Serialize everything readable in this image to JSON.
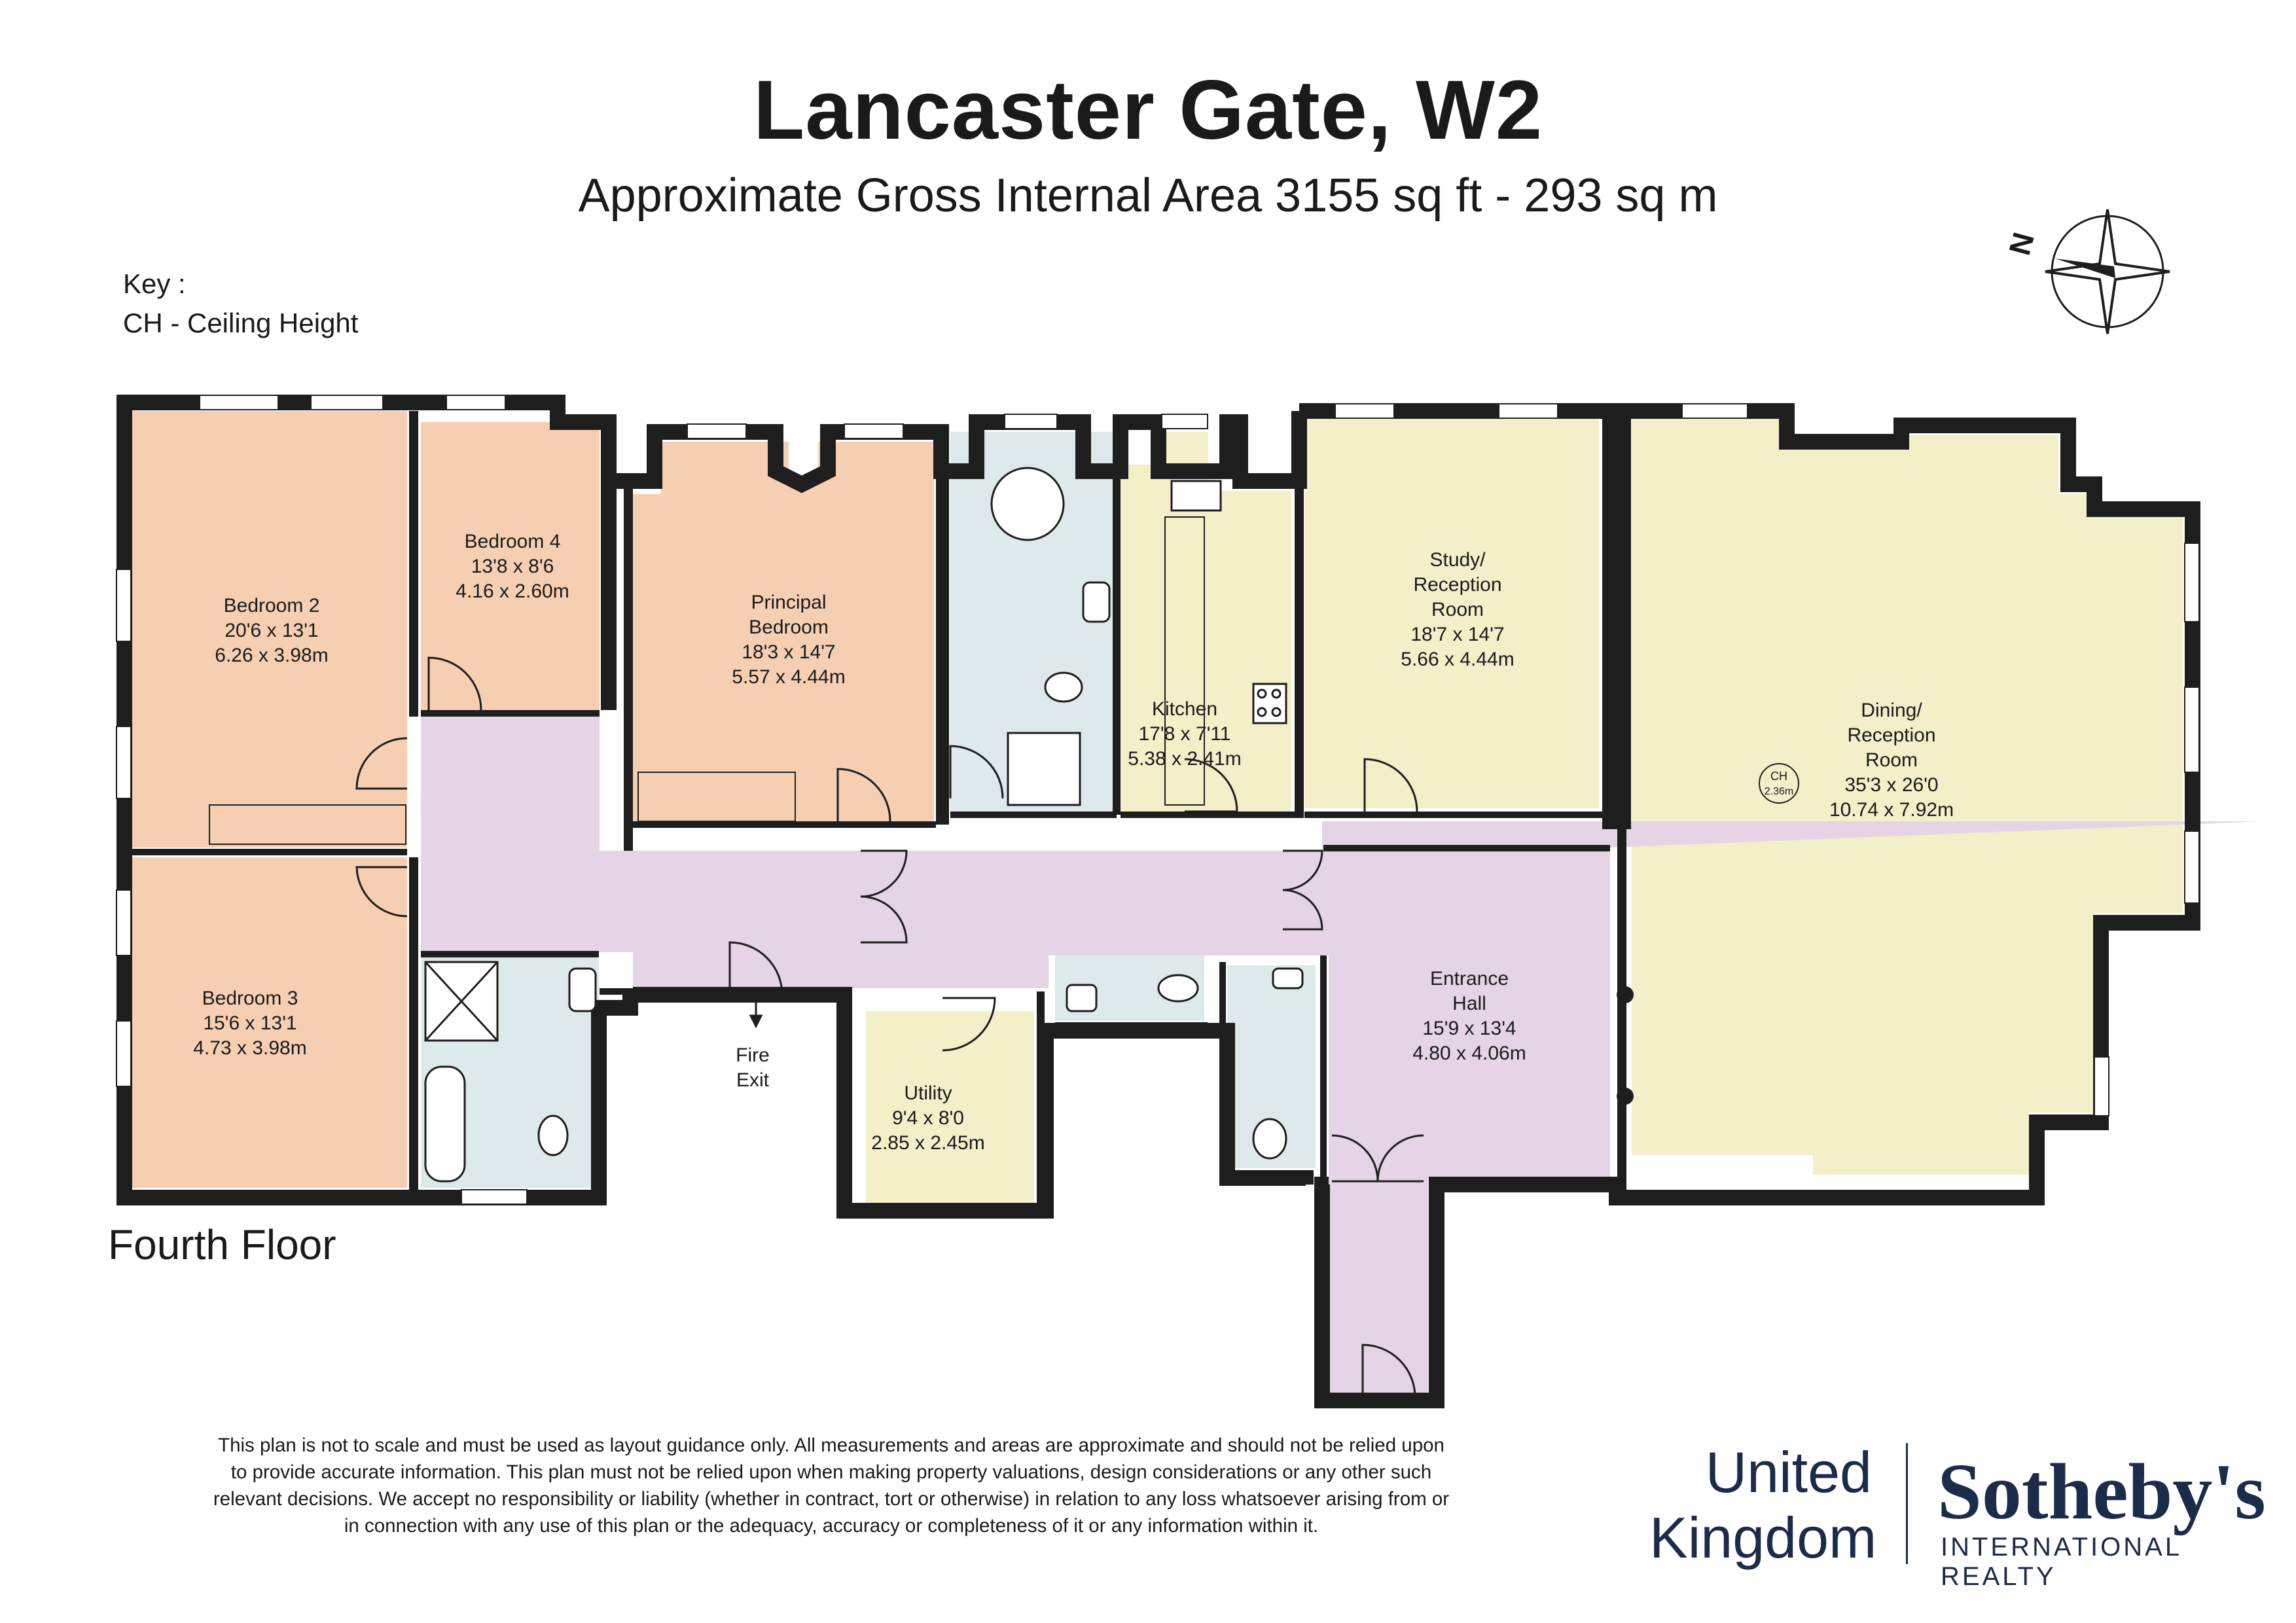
{
  "header": {
    "title": "Lancaster Gate, W2",
    "subtitle": "Approximate Gross Internal Area 3155 sq ft - 293 sq m"
  },
  "key": {
    "title": "Key :",
    "item": "CH - Ceiling Height"
  },
  "compass": {
    "label": "N"
  },
  "floor": {
    "label": "Fourth Floor"
  },
  "colors": {
    "wall": "#1e1e1e",
    "bedroom": "#f6cfb3",
    "reception": "#f3efc9",
    "circulation": "#e5d4e6",
    "wet_room": "#dde9ea"
  },
  "rooms": [
    {
      "id": "bedroom-2",
      "name": "Bedroom 2",
      "imperial": "20'6 x 13'1",
      "metric": "6.26 x 3.98m"
    },
    {
      "id": "bedroom-4",
      "name": "Bedroom 4",
      "imperial": "13'8 x 8'6",
      "metric": "4.16 x 2.60m"
    },
    {
      "id": "principal-bedroom",
      "name_line1": "Principal",
      "name_line2": "Bedroom",
      "imperial": "18'3 x 14'7",
      "metric": "5.57 x 4.44m"
    },
    {
      "id": "kitchen",
      "name": "Kitchen",
      "imperial": "17'8 x 7'11",
      "metric": "5.38 x 2.41m"
    },
    {
      "id": "study",
      "name_line1": "Study/",
      "name_line2": "Reception",
      "name_line3": "Room",
      "imperial": "18'7 x 14'7",
      "metric": "5.66 x 4.44m"
    },
    {
      "id": "dining",
      "name_line1": "Dining/",
      "name_line2": "Reception",
      "name_line3": "Room",
      "imperial": "35'3 x 26'0",
      "metric": "10.74 x 7.92m"
    },
    {
      "id": "bedroom-3",
      "name": "Bedroom 3",
      "imperial": "15'6 x 13'1",
      "metric": "4.73 x 3.98m"
    },
    {
      "id": "utility",
      "name": "Utility",
      "imperial": "9'4 x 8'0",
      "metric": "2.85 x 2.45m"
    },
    {
      "id": "entrance-hall",
      "name_line1": "Entrance",
      "name_line2": "Hall",
      "imperial": "15'9 x 13'4",
      "metric": "4.80 x 4.06m"
    }
  ],
  "ceiling_marker": {
    "label": "CH",
    "value": "2.36m"
  },
  "fire_exit": {
    "line1": "Fire",
    "line2": "Exit"
  },
  "disclaimer": "This plan is not to scale and must be used as layout guidance only. All measurements and areas are approximate and should not be relied upon to provide accurate information. This plan must not be relied upon when making property valuations, design considerations or any other such relevant decisions. We accept no responsibility or liability (whether in contract, tort or otherwise) in relation to any loss whatsoever arising from or in connection with any use of this plan or the adequacy, accuracy or completeness of it or any information within it.",
  "brand": {
    "region_line1": "United",
    "region_line2": "Kingdom",
    "name": "Sotheby's",
    "tagline": "INTERNATIONAL REALTY"
  }
}
